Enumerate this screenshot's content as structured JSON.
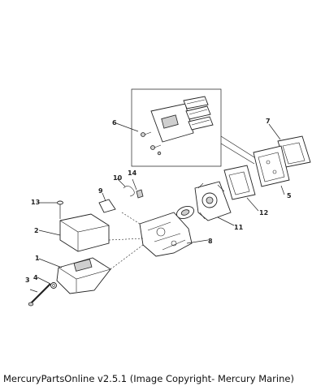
{
  "callouts": {
    "c1": "1",
    "c2": "2",
    "c3": "3",
    "c4": "4",
    "c5": "5",
    "c6": "6",
    "c7": "7",
    "c8": "8",
    "c9": "9",
    "c10": "10",
    "c11": "11",
    "c12": "12",
    "c13": "13",
    "c14": "14"
  },
  "footer": {
    "text": "MercuryPartsOnline v2.5.1 (Image Copyright- Mercury Marine)"
  }
}
